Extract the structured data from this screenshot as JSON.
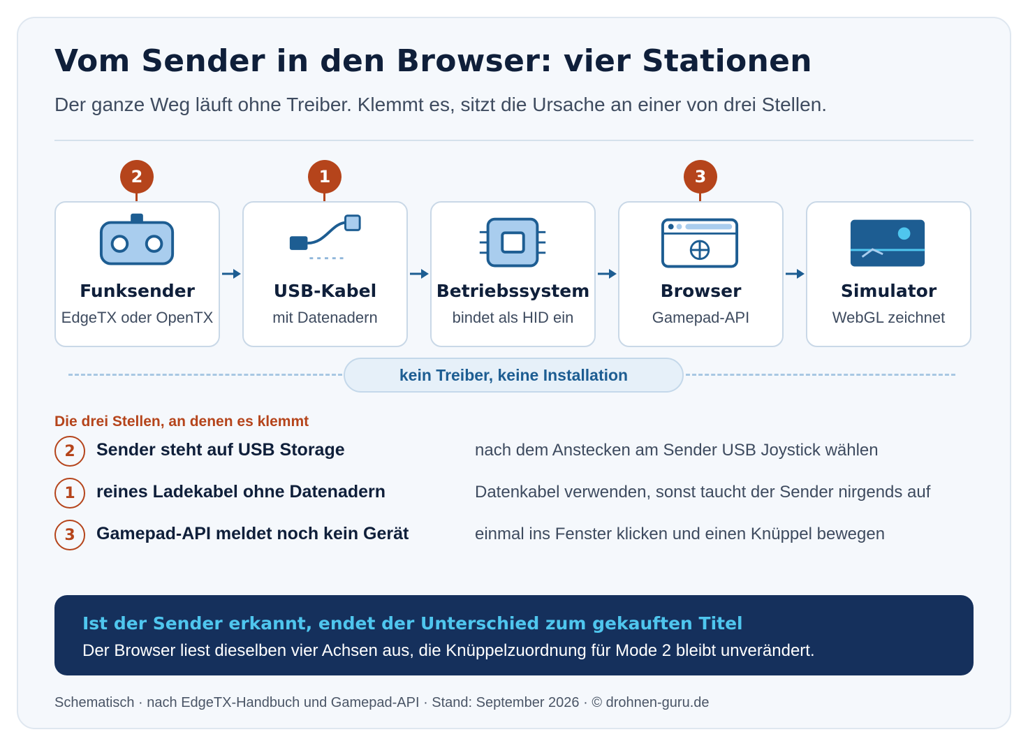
{
  "header": {
    "title": "Vom Sender in den Browser: vier Stationen",
    "subtitle": "Der ganze Weg läuft ohne Treiber. Klemmt es, sitzt die Ursache an einer von drei Stellen."
  },
  "stations": [
    {
      "name": "Funksender",
      "desc": "EdgeTX oder OpenTX",
      "icon": "transmitter-icon",
      "marker": "2"
    },
    {
      "name": "USB-Kabel",
      "desc": "mit Datenadern",
      "icon": "usb-cable-icon",
      "marker": "1"
    },
    {
      "name": "Betriebssystem",
      "desc": "bindet als HID ein",
      "icon": "chip-icon",
      "marker": ""
    },
    {
      "name": "Browser",
      "desc": "Gamepad-API",
      "icon": "browser-window-icon",
      "marker": "3"
    },
    {
      "name": "Simulator",
      "desc": "WebGL zeichnet",
      "icon": "simulator-screen-icon",
      "marker": ""
    }
  ],
  "pill_label": "kein Treiber, keine Installation",
  "issues": {
    "heading": "Die drei Stellen, an denen es klemmt",
    "items": [
      {
        "num": "2",
        "problem": "Sender steht auf USB Storage",
        "fix": "nach dem Anstecken am Sender USB Joystick wählen"
      },
      {
        "num": "1",
        "problem": "reines Ladekabel ohne Datenadern",
        "fix": "Datenkabel verwenden, sonst taucht der Sender nirgends auf"
      },
      {
        "num": "3",
        "problem": "Gamepad-API meldet noch kein Gerät",
        "fix": "einmal ins Fenster klicken und einen Knüppel bewegen"
      }
    ]
  },
  "banner": {
    "heading": "Ist der Sender erkannt, endet der Unterschied zum gekauften Titel",
    "text": "Der Browser liest dieselben vier Achsen aus, die Knüppelzuordnung für Mode 2 bleibt unverändert."
  },
  "footer": "Schematisch · nach EdgeTX-Handbuch und Gamepad-API · Stand: September 2026 · © drohnen-guru.de",
  "colors": {
    "accent": "#b5441b",
    "primary": "#1d5d92",
    "banner_bg": "#15305c",
    "banner_heading": "#4fc6ee",
    "icon_fill": "#a9cdee"
  }
}
